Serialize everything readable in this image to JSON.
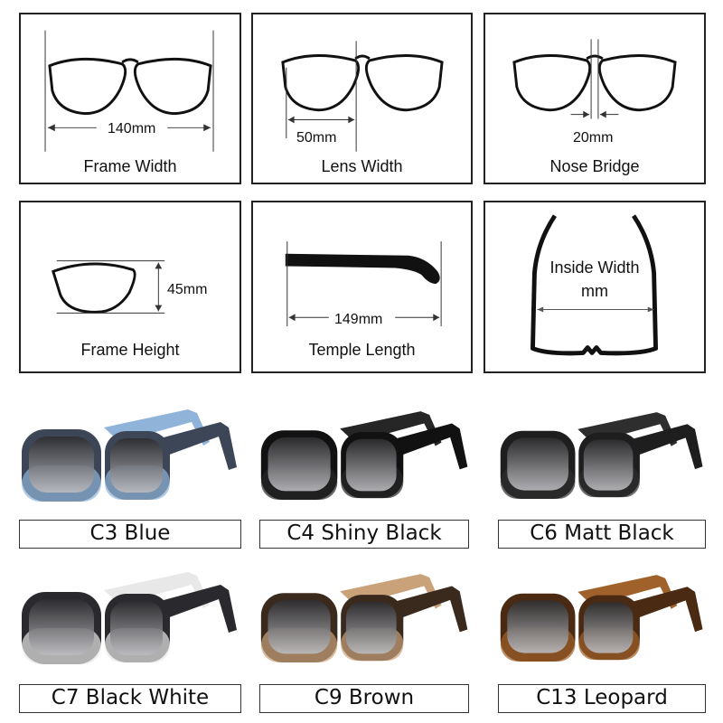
{
  "dimensions": [
    {
      "label": "Frame Width",
      "value": "140mm"
    },
    {
      "label": "Lens Width",
      "value": "50mm"
    },
    {
      "label": "Nose Bridge",
      "value": "20mm"
    },
    {
      "label": "Frame Height",
      "value": "45mm"
    },
    {
      "label": "Temple Length",
      "value": "149mm"
    },
    {
      "label": "Inside Width",
      "value": "mm"
    }
  ],
  "colors": [
    {
      "label": "C3 Blue",
      "frame": "#3c4657",
      "frame2": "#8fb3d9",
      "lens": "#55555c"
    },
    {
      "label": "C4 Shiny Black",
      "frame": "#111111",
      "frame2": "#222222",
      "lens": "#4a4a4e"
    },
    {
      "label": "C6 Matt Black",
      "frame": "#1e1e1e",
      "frame2": "#2a2a2a",
      "lens": "#4a4a4e"
    },
    {
      "label": "C7 Black White",
      "frame": "#2a2a2e",
      "frame2": "#e8e8e8",
      "lens": "#55555c"
    },
    {
      "label": "C9 Brown",
      "frame": "#3a2a1e",
      "frame2": "#c9a27a",
      "lens": "#7a6048"
    },
    {
      "label": "C13 Leopard",
      "frame": "#4a2a12",
      "frame2": "#a0612a",
      "lens": "#6e5440"
    }
  ]
}
